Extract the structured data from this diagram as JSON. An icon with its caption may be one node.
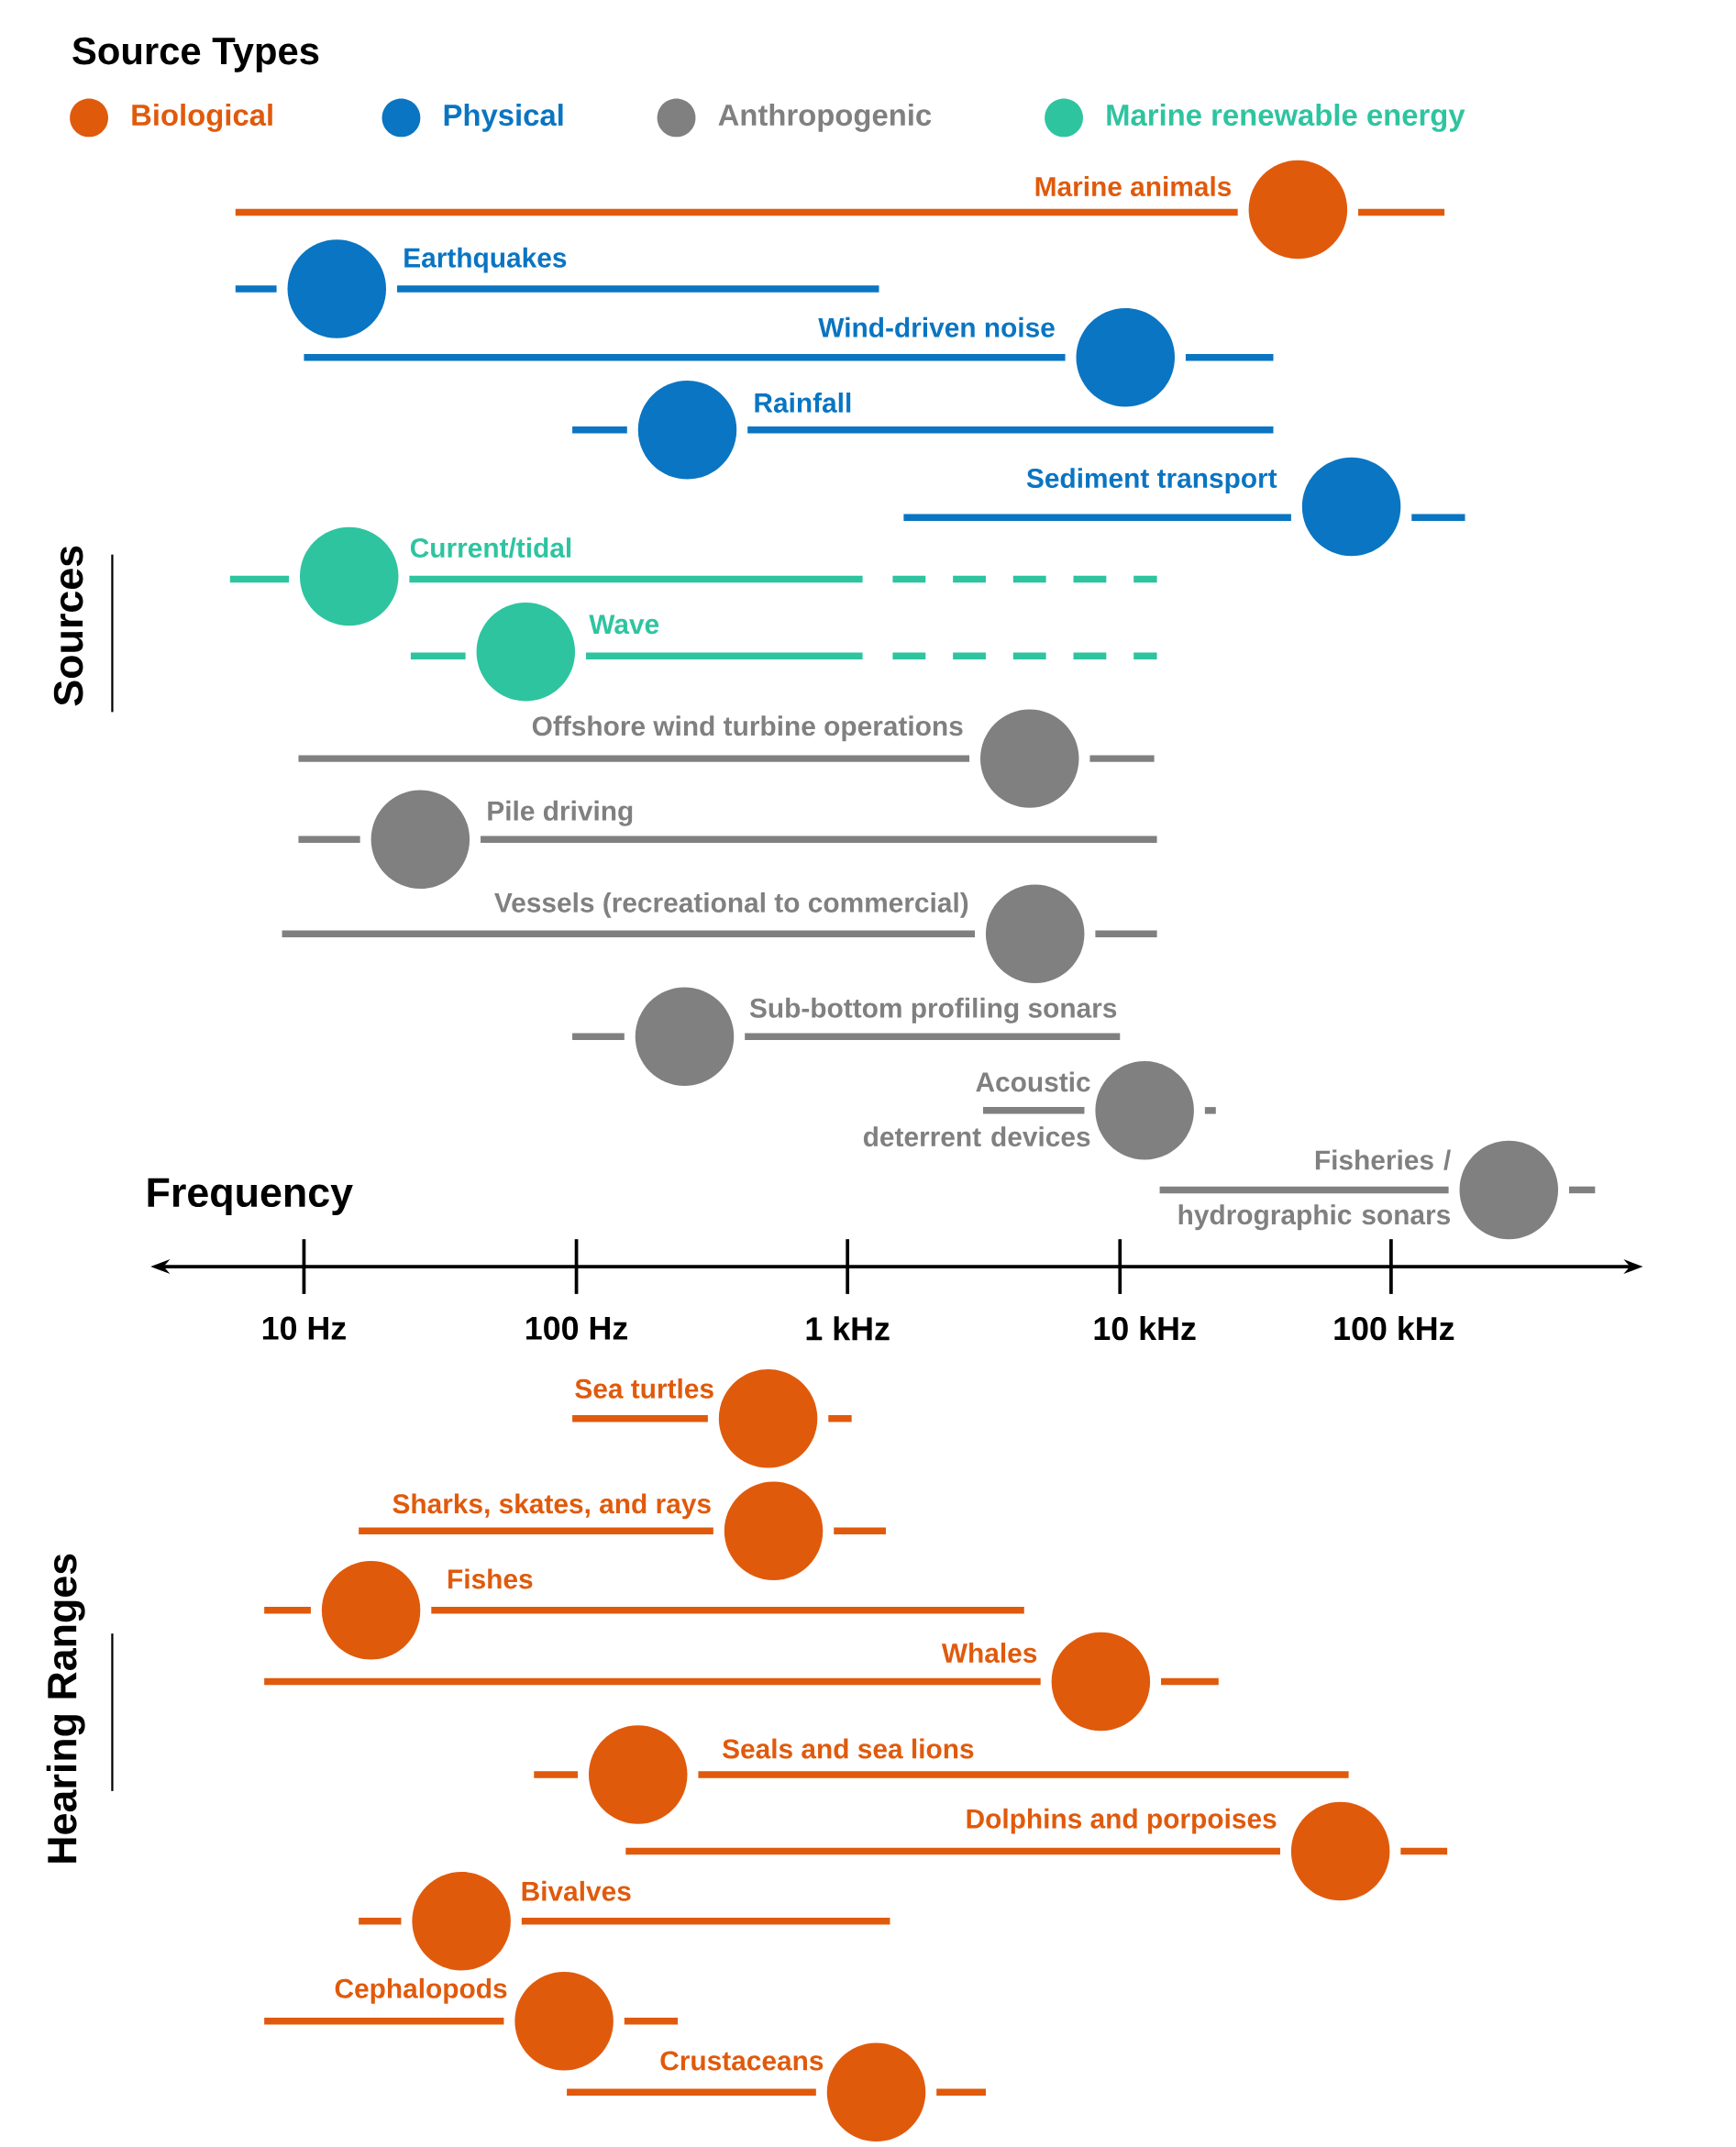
{
  "diagram": {
    "title": "Source Types",
    "nodes": [
      {
        "text": [
          "Marine animals"
        ]
      },
      {
        "text": [
          "Earthquakes"
        ]
      },
      {
        "text": [
          "Wind-driven noise"
        ]
      },
      {
        "text": [
          "Rainfall"
        ]
      },
      {
        "text": [
          "Sediment transport"
        ]
      },
      {
        "text": [
          "Current/tidal"
        ]
      },
      {
        "text": [
          "Wave"
        ]
      },
      {
        "text": [
          "Offshore wind turbine operations"
        ]
      },
      {
        "text": [
          "Pile driving"
        ]
      },
      {
        "text": [
          "Vessels (recreational to commercial)"
        ]
      },
      {
        "text": [
          "Sub-bottom profiling sonars"
        ]
      },
      {
        "text": [
          "Acoustic deterrent devices"
        ]
      },
      {
        "text": [
          "Fisheries / hydrographic sonars"
        ]
      },
      {
        "text": [
          "Sea turtles"
        ]
      },
      {
        "text": [
          "Sharks, skates, and rays"
        ]
      },
      {
        "text": [
          "Fishes"
        ]
      },
      {
        "text": [
          "Whales"
        ]
      },
      {
        "text": [
          "Seals and sea lions"
        ]
      },
      {
        "text": [
          "Dolphins and porpoises"
        ]
      },
      {
        "text": [
          "Bivalves"
        ]
      },
      {
        "text": [
          "Cephalopods"
        ]
      },
      {
        "text": [
          "Crustaceans"
        ]
      }
    ],
    "labels": [
      "Sources",
      "Frequency",
      "10 Hz",
      "100 Hz",
      "1 kHz",
      "10 kHz",
      "100 kHz",
      "Hearing Ranges"
    ],
    "legend": [
      {
        "text": "Biological",
        "color": "#e05a0c"
      },
      {
        "text": "Physical",
        "color": "#0a75c2"
      },
      {
        "text": "Anthropogenic",
        "color": "#808080"
      },
      {
        "text": "Marine renewable energy",
        "color": "#2ec4a0"
      }
    ]
  }
}
